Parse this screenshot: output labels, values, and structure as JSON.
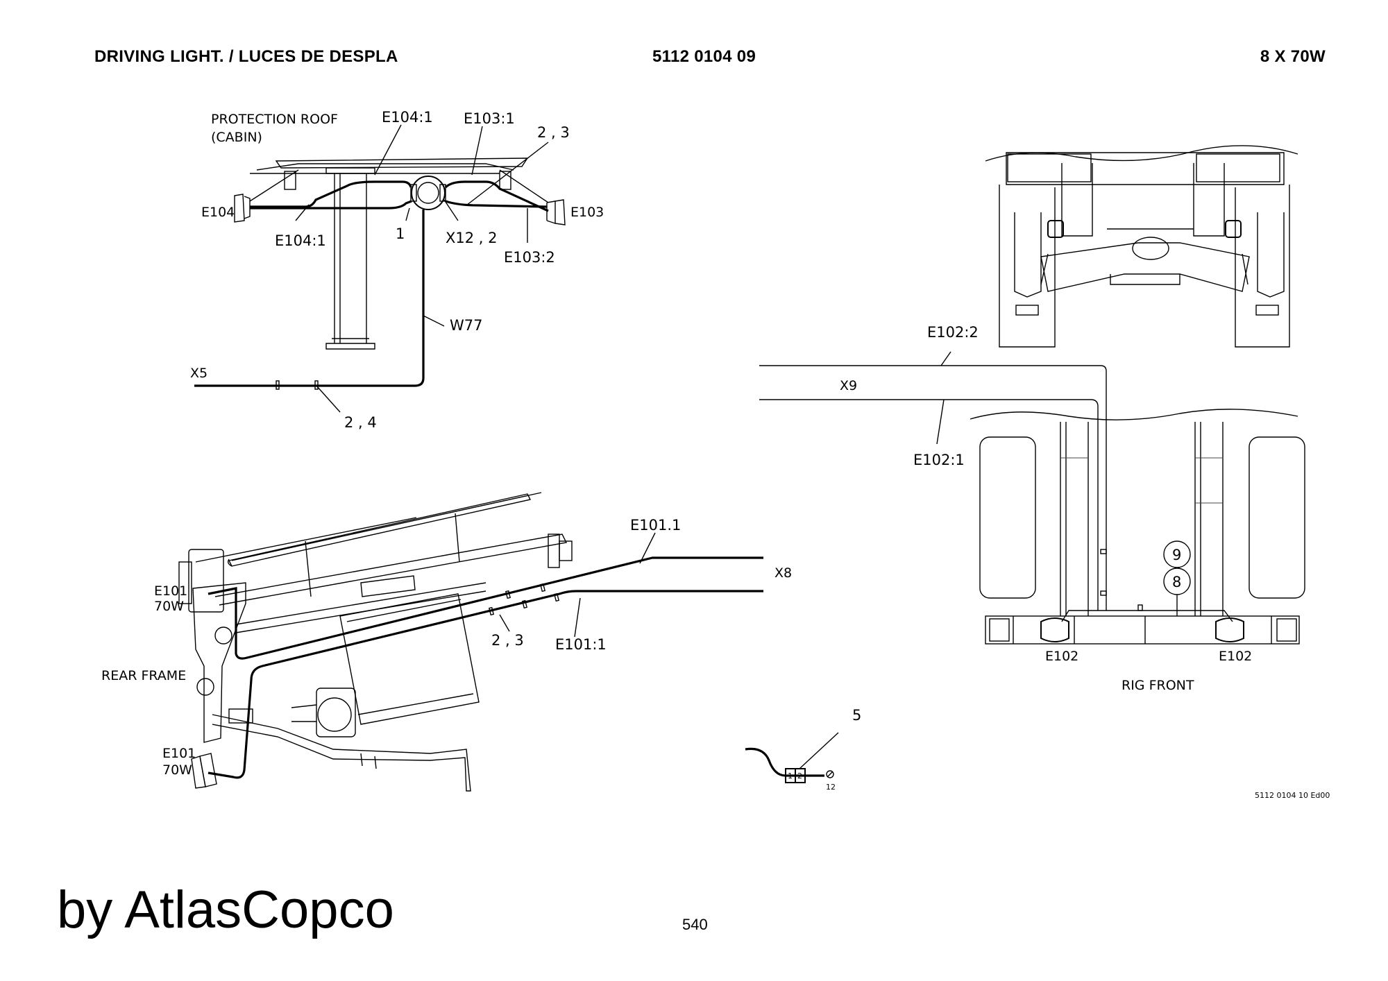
{
  "header": {
    "left": "DRIVING LIGHT. / LUCES DE DESPLA",
    "center": "5112 0104 09",
    "right": "8 X 70W"
  },
  "labels": {
    "protection_roof_line1": "PROTECTION ROOF",
    "protection_roof_line2": "(CABIN)",
    "e104_1_top": "E104:1",
    "e103_1": "E103:1",
    "ref_2_3_top": "2 , 3",
    "e104": "E104",
    "e103": "E103",
    "e104_1_bottom": "E104:1",
    "ref_1": "1",
    "x12_2": "X12 , 2",
    "e103_2": "E103:2",
    "w77": "W77",
    "x5": "X5",
    "ref_2_4": "2 , 4",
    "e102_2": "E102:2",
    "x9": "X9",
    "e102_1": "E102:1",
    "e101_dot_1": "E101.1",
    "x8": "X8",
    "e101_top": "E101",
    "e101_top_watt": "70W",
    "ref_2_3_bottom": "2 , 3",
    "e101_1_colon": "E101:1",
    "rear_frame": "REAR FRAME",
    "e101_bottom": "E101",
    "e101_bottom_watt": "70W",
    "bubble_9": "9",
    "bubble_8": "8",
    "e102_left": "E102",
    "e102_right": "E102",
    "rig_front": "RIG FRONT",
    "ref_5": "5",
    "connector_pin1": "1",
    "connector_pin2": "2",
    "ref_12": "12",
    "drawing_code": "5112 0104 10 Ed00"
  },
  "footer": {
    "brand": "by AtlasCopco",
    "page_number": "540"
  }
}
